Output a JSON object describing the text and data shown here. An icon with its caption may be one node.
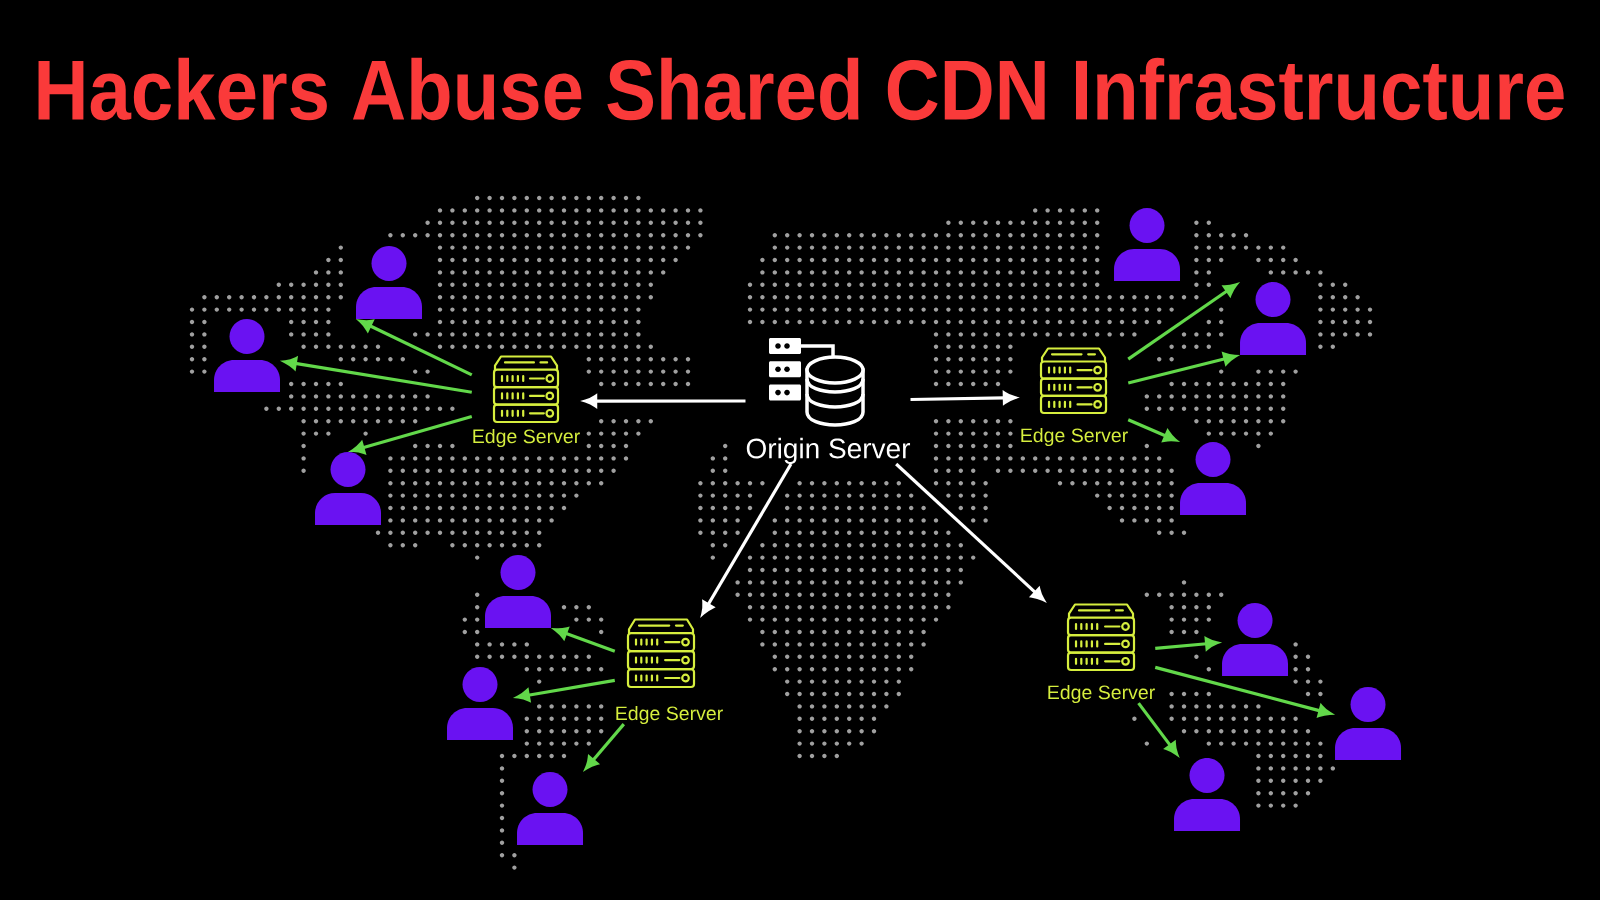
{
  "diagram": {
    "title": "Hackers Abuse Shared CDN Infrastructure",
    "nodes": [
      {
        "text": [
          "Origin Server"
        ]
      },
      {
        "text": [
          "Edge Server"
        ]
      },
      {
        "text": [
          "Edge Server"
        ]
      },
      {
        "text": [
          "Edge Server"
        ]
      },
      {
        "text": [
          "Edge Server"
        ]
      },
      {
        "text": [],
        "shape": "person"
      },
      {
        "text": [],
        "shape": "person"
      },
      {
        "text": [],
        "shape": "person"
      },
      {
        "text": [],
        "shape": "person"
      },
      {
        "text": [],
        "shape": "person"
      },
      {
        "text": [],
        "shape": "person"
      },
      {
        "text": [],
        "shape": "person"
      },
      {
        "text": [],
        "shape": "person"
      },
      {
        "text": [],
        "shape": "person"
      },
      {
        "text": [],
        "shape": "person"
      },
      {
        "text": [],
        "shape": "person"
      },
      {
        "text": [],
        "shape": "person"
      }
    ],
    "edges": [
      {
        "from": 0,
        "to": 1,
        "arrow": "to",
        "color": "#ffffff"
      },
      {
        "from": 0,
        "to": 2,
        "arrow": "to",
        "color": "#ffffff"
      },
      {
        "from": 0,
        "to": 3,
        "arrow": "to",
        "color": "#ffffff"
      },
      {
        "from": 0,
        "to": 4,
        "arrow": "to",
        "color": "#ffffff"
      },
      {
        "from": 1,
        "to": 5,
        "arrow": "to"
      },
      {
        "from": 1,
        "to": 6,
        "arrow": "to"
      },
      {
        "from": 1,
        "to": 7,
        "arrow": "to"
      },
      {
        "from": 2,
        "to": 9,
        "arrow": "to"
      },
      {
        "from": 2,
        "to": 9,
        "arrow": "to"
      },
      {
        "from": 2,
        "to": 10,
        "arrow": "to"
      },
      {
        "from": 3,
        "to": 11,
        "arrow": "to"
      },
      {
        "from": 3,
        "to": 12,
        "arrow": "to"
      },
      {
        "from": 3,
        "to": 13,
        "arrow": "to"
      },
      {
        "from": 4,
        "to": 14,
        "arrow": "to"
      },
      {
        "from": 4,
        "to": 15,
        "arrow": "to"
      },
      {
        "from": 4,
        "to": 16,
        "arrow": "to"
      }
    ]
  }
}
